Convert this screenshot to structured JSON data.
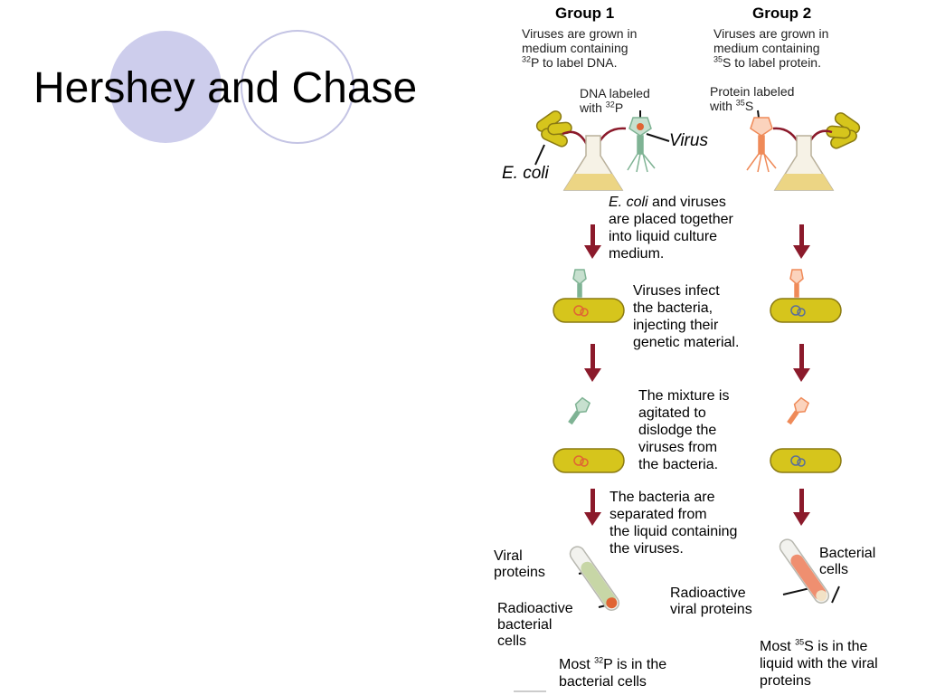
{
  "slide": {
    "title": "Hershey and Chase"
  },
  "group1": {
    "title": "Group 1",
    "description": [
      "Viruses are grown in",
      "medium containing"
    ],
    "description_isotope": "32",
    "description_tail": "P to label DNA.",
    "label_line1": "DNA labeled",
    "label_prefix": "with ",
    "label_isotope": "32",
    "label_element": "P",
    "result_prefix": "Most ",
    "result_isotope": "32",
    "result_line1_tail": "P is in the",
    "result_line2": "bacterial cells"
  },
  "group2": {
    "title": "Group 2",
    "description": [
      "Viruses are grown in",
      "medium containing"
    ],
    "description_isotope": "35",
    "description_tail": "S to label protein.",
    "label_line1": "Protein labeled",
    "label_prefix": "with ",
    "label_isotope": "35",
    "label_element": "S",
    "result_prefix": "Most ",
    "result_isotope": "35",
    "result_line1_tail": "S is in the",
    "result_line2": "liquid with the viral",
    "result_line3": "proteins"
  },
  "labels": {
    "virus": "Virus",
    "ecoli": "E. coli",
    "viral_proteins": [
      "Viral",
      "proteins"
    ],
    "radioactive_bacterial_cells": [
      "Radioactive",
      "bacterial",
      "cells"
    ],
    "bacterial_cells": [
      "Bacterial",
      "cells"
    ],
    "radioactive_viral_proteins": [
      "Radioactive",
      "viral proteins"
    ]
  },
  "steps": {
    "step1_italic": "E. coli",
    "step1": [
      " and viruses",
      "are placed together",
      "into liquid culture",
      "medium."
    ],
    "step2": [
      "Viruses infect",
      "the bacteria,",
      "injecting their",
      "genetic material."
    ],
    "step3": [
      "The mixture is",
      "agitated to",
      "dislodge the",
      "viruses from",
      "the bacteria."
    ],
    "step4": [
      "The bacteria are",
      "separated from",
      "the liquid containing",
      "the viruses."
    ]
  },
  "colors": {
    "deco_fill": "#cdcdec",
    "deco_stroke": "#c4c4e4",
    "arrow": "#8b1a2b",
    "bacterium_fill": "#d6c51c",
    "bacterium_stroke": "#8a7a12",
    "flask_liquid": "#ecd584",
    "virus_dna": "#7fb394",
    "virus_protein": "#ef8a58",
    "tube_left": "#c7d6a6",
    "tube_right": "#ef8f70",
    "dna_left": "#e06434",
    "dna_right": "#5a6e9a"
  }
}
